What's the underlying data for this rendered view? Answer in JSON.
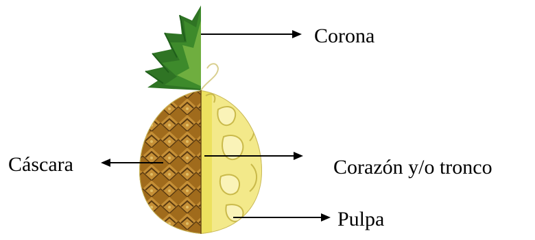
{
  "diagram": {
    "labels": {
      "corona": "Corona",
      "cascara": "Cáscara",
      "corazon": "Corazón y/o tronco",
      "pulpa": "Pulpa"
    },
    "colors": {
      "leaf_dark": "#1f5f1a",
      "leaf_mid": "#3d8a2b",
      "leaf_light": "#6fae3f",
      "peel_base": "#a06b1c",
      "peel_dark": "#5a3a10",
      "peel_light": "#d7b25a",
      "pulp": "#f3e98a",
      "pulp_light": "#faf3b8",
      "core": "#ece15f",
      "arrow": "#000000"
    }
  }
}
